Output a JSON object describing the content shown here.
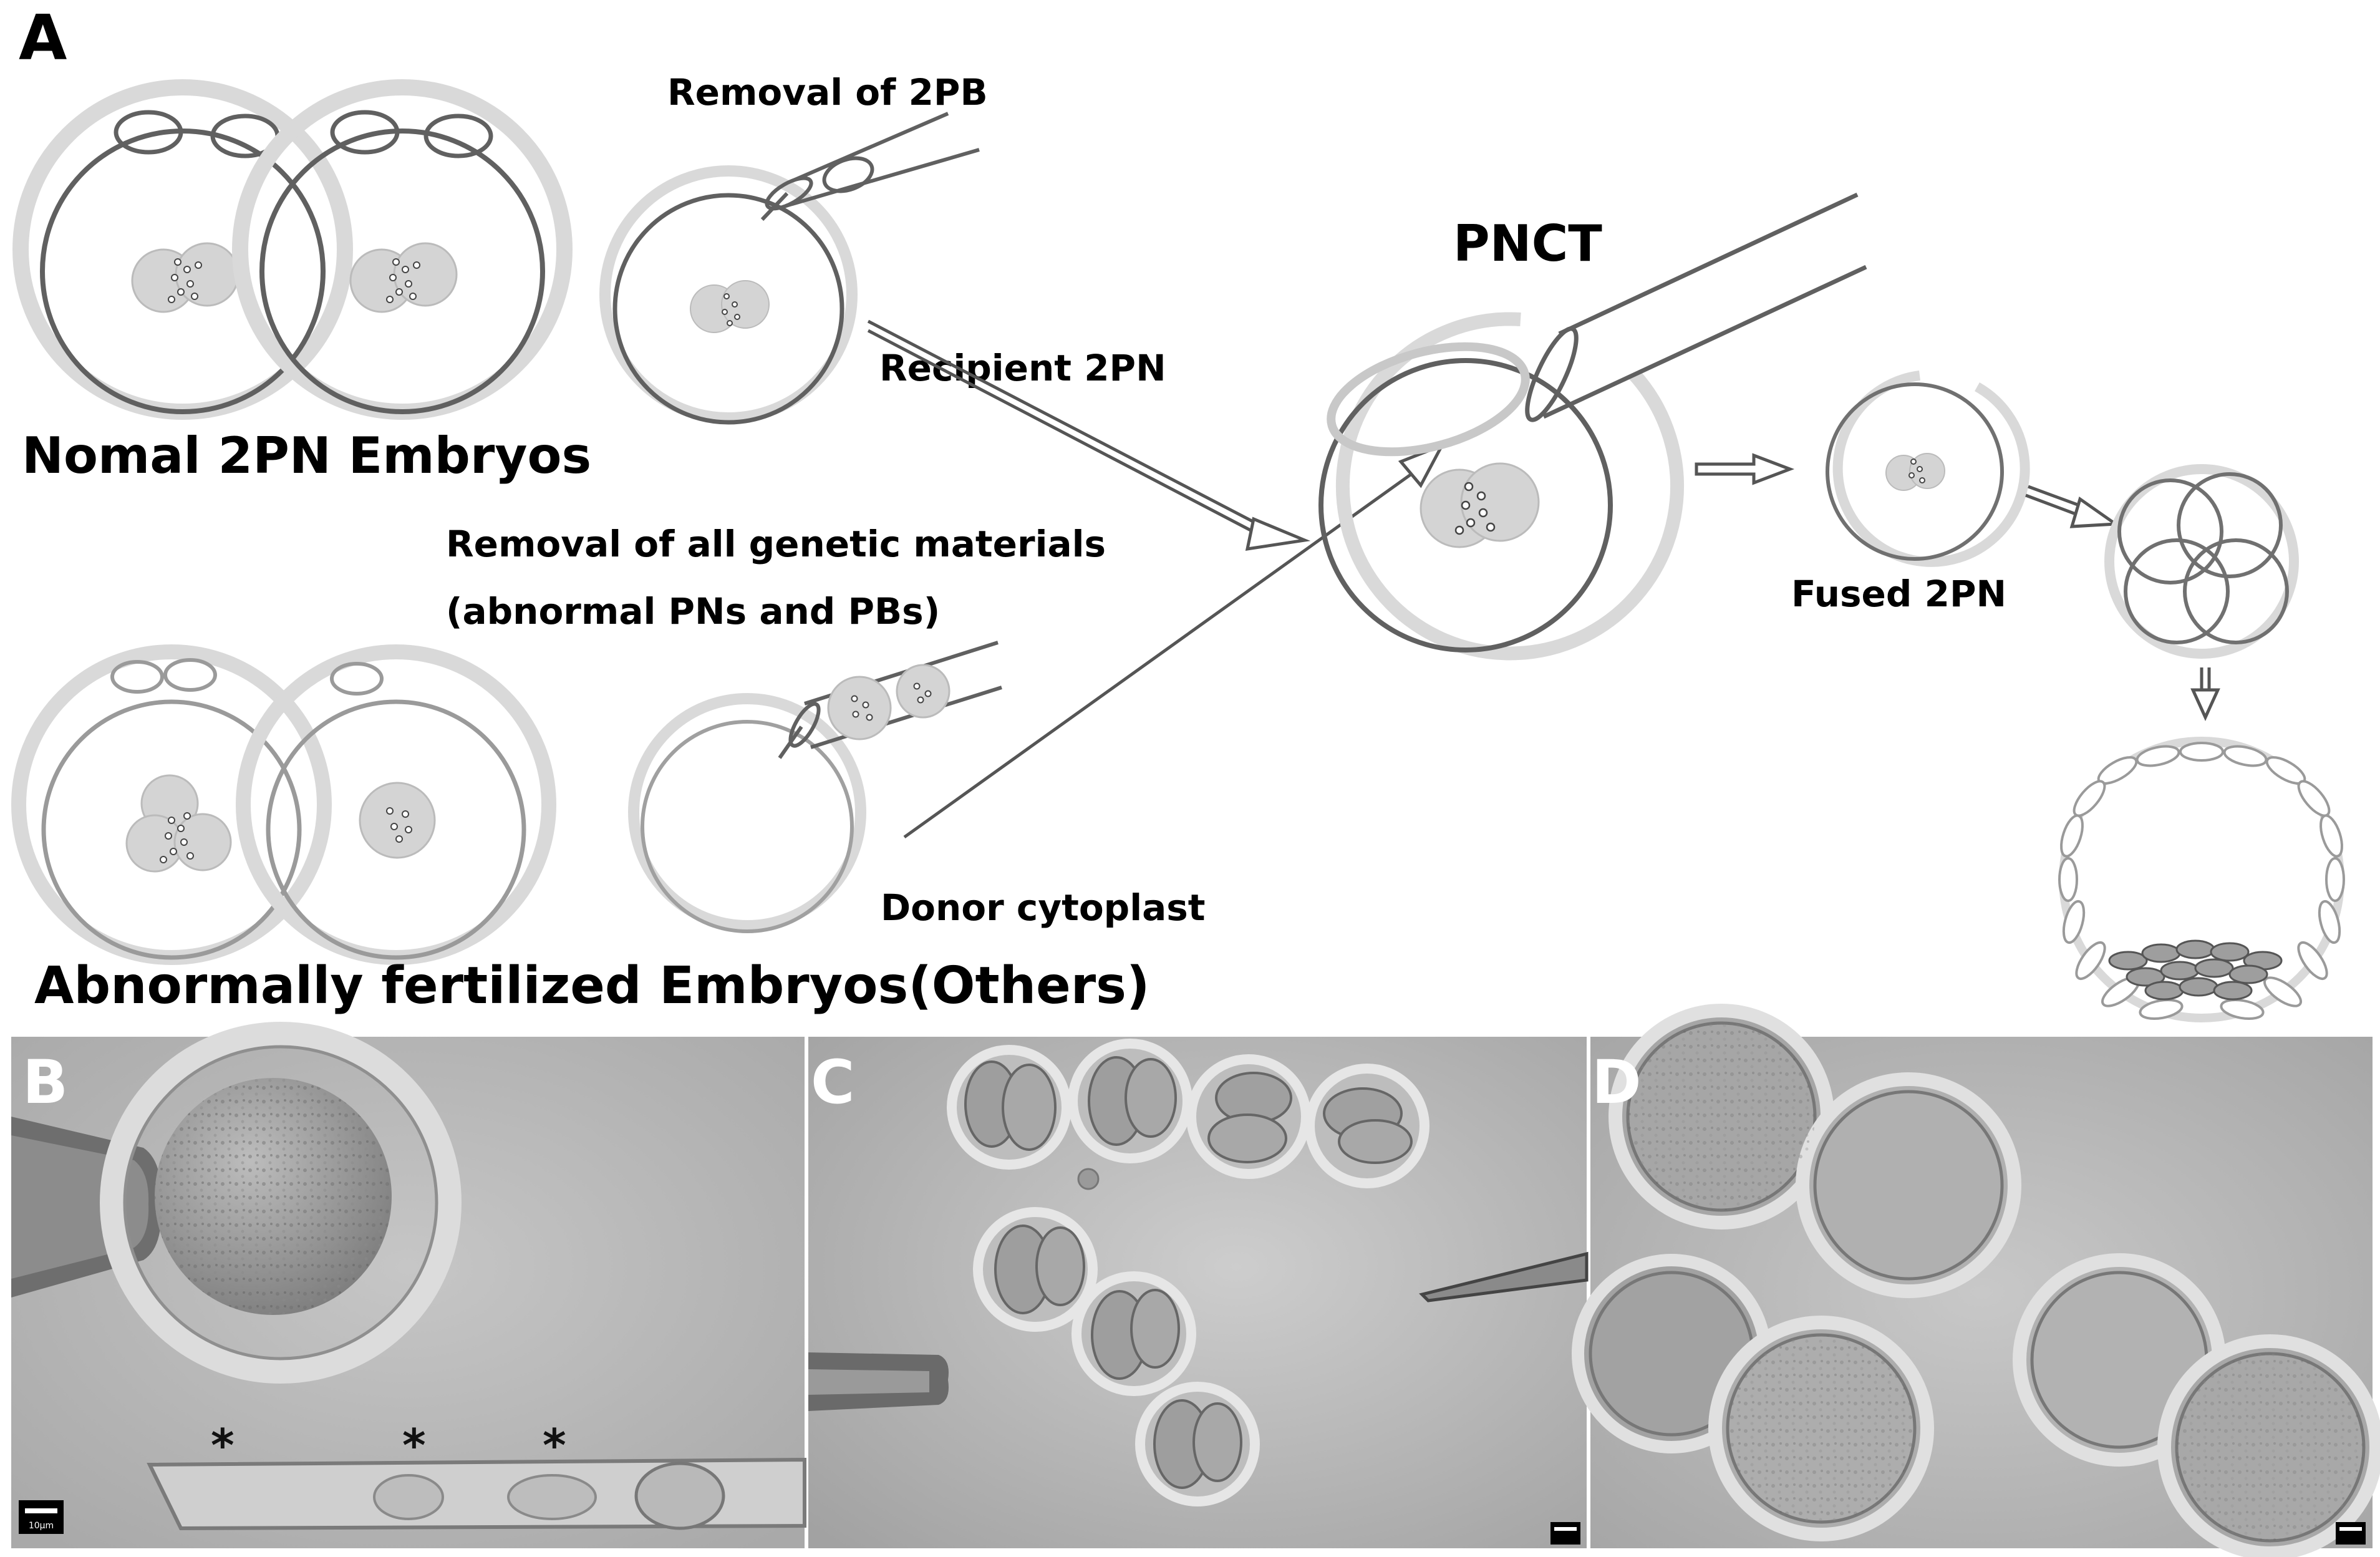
{
  "panel_a": {
    "letter": "A",
    "labels": {
      "normal_embryos": "Nomal 2PN Embryos",
      "removal_2pb": "Removal of 2PB",
      "recipient": "Recipient 2PN",
      "pnct": "PNCT",
      "removal_all_line1": "Removal of all genetic materials",
      "removal_all_line2": "(abnormal PNs and PBs)",
      "donor": "Donor cytoplast",
      "fused": "Fused 2PN",
      "abnormal_embryos": "Abnormally fertilized Embryos(Others)"
    }
  },
  "panels": {
    "b": "B",
    "c": "C",
    "d": "D"
  },
  "scale_bar": "10μm",
  "colors": {
    "zona": "#d9d9d9",
    "membrane": "#606060",
    "pronucleus": "#d4d4d4",
    "photo_bg": "#b8b8b8"
  }
}
